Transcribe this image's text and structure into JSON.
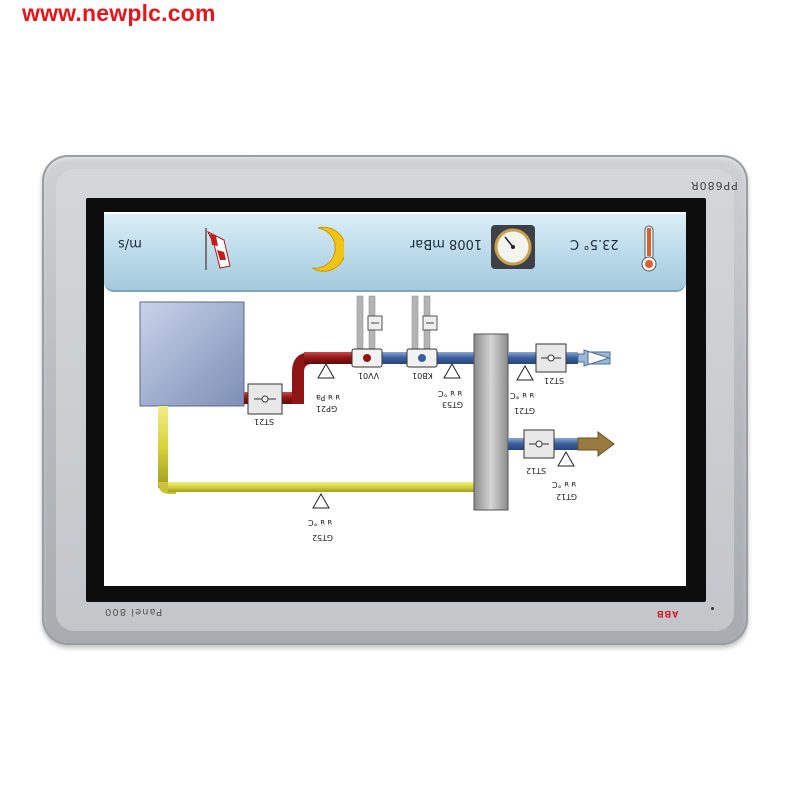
{
  "watermark": "www.newplc.com",
  "device": {
    "model_label": "PP680R",
    "panel_label": "Panel 800",
    "brand": "ABB"
  },
  "header": {
    "wind_unit": "m/s",
    "pressure": "1008 mBar",
    "temperature": "23.5° C"
  },
  "diagram": {
    "tags": {
      "st21_left": "ST21",
      "gp21_value": "ᴚ ᴚ Pa",
      "gp21": "GP21",
      "vv01": "VV01",
      "kb01": "KB01",
      "gt53_value": "ᴚ ᴚ °C",
      "gt53": "GT53",
      "st21_right": "ST21",
      "gt21_value": "ᴚ ᴚ °C",
      "gt21": "GT21",
      "st12": "ST12",
      "gt12_value": "ᴚ ᴚ °C",
      "gt12": "GT12",
      "gt52_value": "ᴚ ᴚ °C",
      "gt52": "GT52"
    }
  },
  "colors": {
    "watermark": "#e8151b",
    "supply_pipe": "#9c1d1d",
    "return_pipe": "#d8d23a",
    "blue_pipe": "#3a5e9c",
    "header_bg": "#b7d8e8",
    "abb_red": "#d0101a"
  },
  "icons": [
    "windsock-icon",
    "moon-icon",
    "barometer-icon",
    "thermometer-icon",
    "arrow-in-icon",
    "arrow-out-icon"
  ]
}
